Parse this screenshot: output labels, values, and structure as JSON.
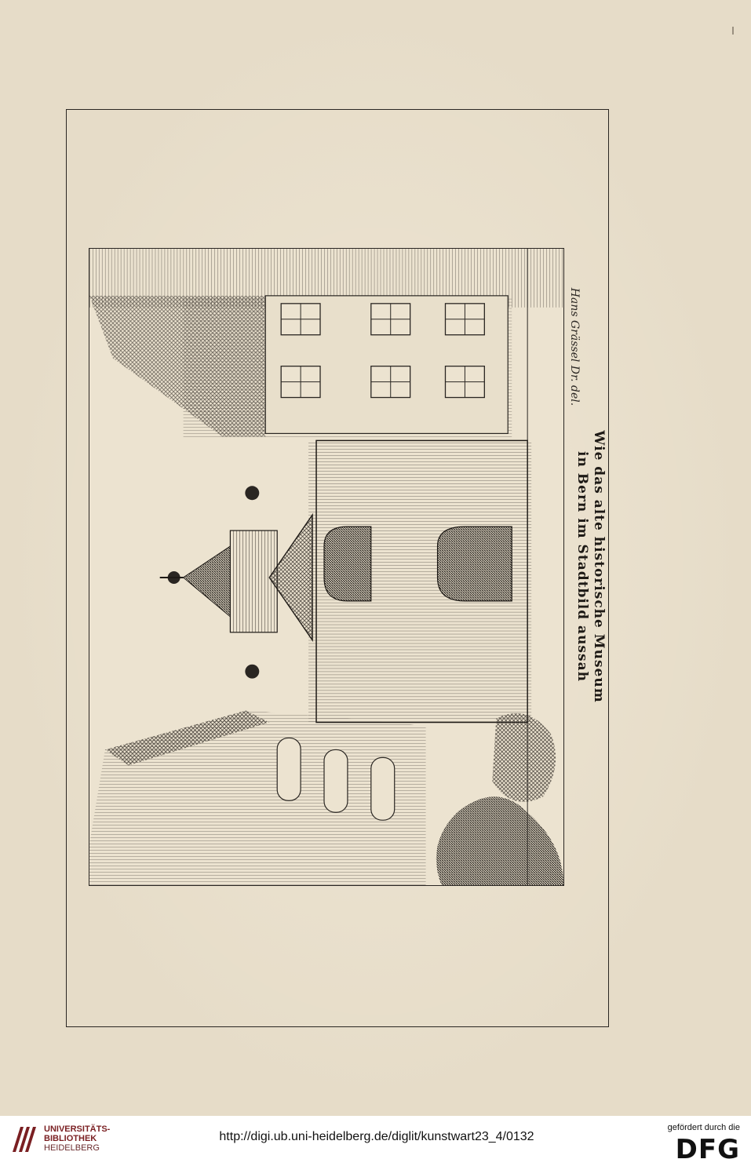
{
  "caption": {
    "line1": "Wie das alte historische Museum",
    "line2": "in Bern im Stadtbild aussah"
  },
  "signature": "Hans Grässel Dr. del.",
  "footer": {
    "library_name_1": "UNIVERSITÄTS-",
    "library_name_2": "BIBLIOTHEK",
    "library_city": "HEIDELBERG",
    "url": "http://digi.ub.uni-heidelberg.de/diglit/kunstwart23_4/0132",
    "funding_text": "gefördert durch die",
    "funding_logo": "DFG"
  },
  "colors": {
    "paper": "#e6dcc8",
    "ink": "#2a2622",
    "library_red": "#7a1f22"
  }
}
